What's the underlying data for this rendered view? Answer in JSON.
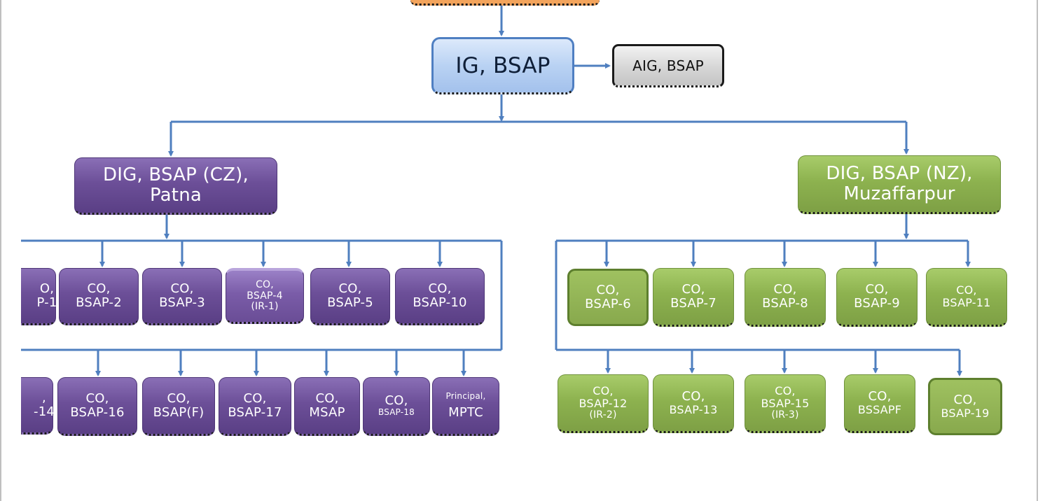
{
  "top": {
    "ig": "IG, BSAP",
    "aig": "AIG, BSAP"
  },
  "central": {
    "dig_line1": "DIG, BSAP (CZ),",
    "dig_line2": "Patna",
    "row1": [
      {
        "l1": "O,",
        "l2": "P-1"
      },
      {
        "l1": "CO,",
        "l2": "BSAP-2"
      },
      {
        "l1": "CO,",
        "l2": "BSAP-3"
      },
      {
        "l1": "CO,",
        "l2": "BSAP-4",
        "l3": "(IR-1)"
      },
      {
        "l1": "CO,",
        "l2": "BSAP-5"
      },
      {
        "l1": "CO,",
        "l2": "BSAP-10"
      }
    ],
    "row2": [
      {
        "l1": ",",
        "l2": "-14"
      },
      {
        "l1": "CO,",
        "l2": "BSAP-16"
      },
      {
        "l1": "CO,",
        "l2": "BSAP(F)"
      },
      {
        "l1": "CO,",
        "l2": "BSAP-17"
      },
      {
        "l1": "CO,",
        "l2": "MSAP"
      },
      {
        "l1": "CO,",
        "l2": "BSAP-18"
      },
      {
        "l1": "Principal,",
        "l2": "MPTC"
      }
    ]
  },
  "north": {
    "dig_line1": "DIG, BSAP (NZ),",
    "dig_line2": "Muzaffarpur",
    "row1": [
      {
        "l1": "CO,",
        "l2": "BSAP-6"
      },
      {
        "l1": "CO,",
        "l2": "BSAP-7"
      },
      {
        "l1": "CO,",
        "l2": "BSAP-8"
      },
      {
        "l1": "CO,",
        "l2": "BSAP-9"
      },
      {
        "l1": "CO,",
        "l2": "BSAP-11"
      }
    ],
    "row2": [
      {
        "l1": "CO,",
        "l2": "BSAP-12",
        "l3": "(IR-2)"
      },
      {
        "l1": "CO,",
        "l2": "BSAP-13"
      },
      {
        "l1": "CO,",
        "l2": "BSAP-15",
        "l3": "(IR-3)"
      },
      {
        "l1": "CO,",
        "l2": "BSSAPF"
      },
      {
        "l1": "CO,",
        "l2": "BSAP-19"
      }
    ]
  },
  "colors": {
    "connector": "#4f7fbf",
    "purple": "#6c4f98",
    "green": "#8db24f",
    "blue_box": "#b9d2f3",
    "orange_top": "#f3a45c"
  }
}
